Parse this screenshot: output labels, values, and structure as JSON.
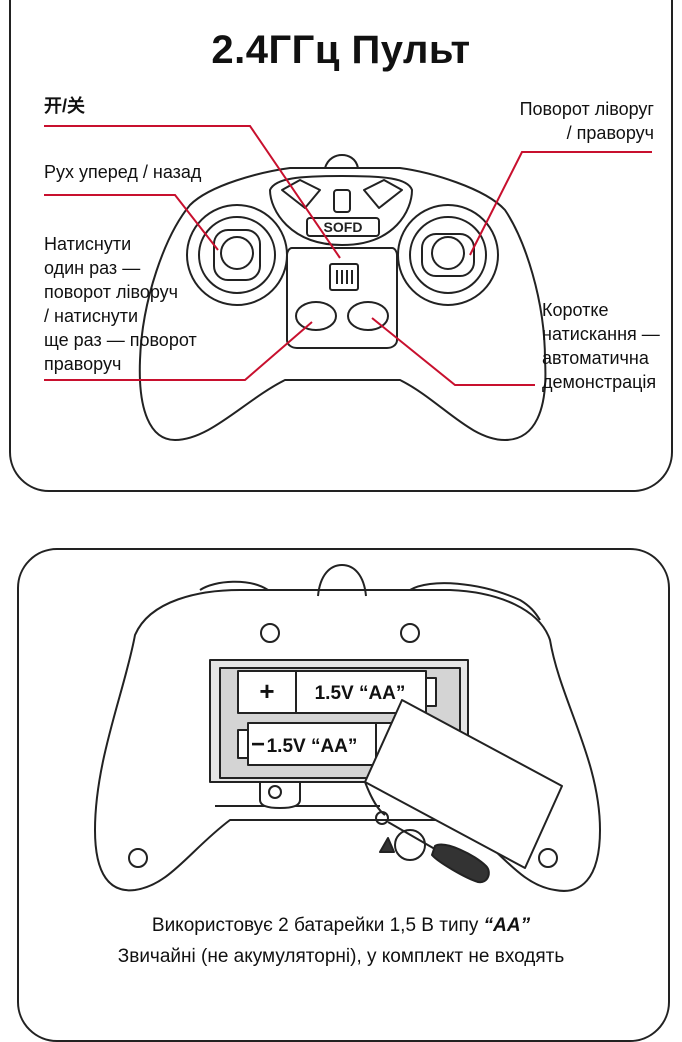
{
  "top_panel": {
    "title": "2.4ГГц Пульт",
    "labels": {
      "power": "开/关",
      "forward_back": "Рух уперед / назад",
      "press_once": "Натиснути\nодин раз —\nповорот ліворуч\n/ натиснути\nще раз — поворот\nправоруч",
      "turn": "Поворот ліворуг\n/ праворуч",
      "demo": "Коротке\nнатискання —\nавтоматична\nдемонстрація"
    },
    "brand": "SOFD"
  },
  "bottom_panel": {
    "battery_plus": "+",
    "battery_minus": "−",
    "battery_1_label": "1.5V “AA”",
    "battery_2_label": "1.5V “AA”",
    "caption_line1_prefix": "Використовує 2 батарейки 1,5 В типу ",
    "caption_line1_bold": "“AA”",
    "caption_line2": "Звичайні (не акумуляторні), у комплект не входять"
  },
  "colors": {
    "leader_line": "#c8102e",
    "outline": "#222222"
  }
}
